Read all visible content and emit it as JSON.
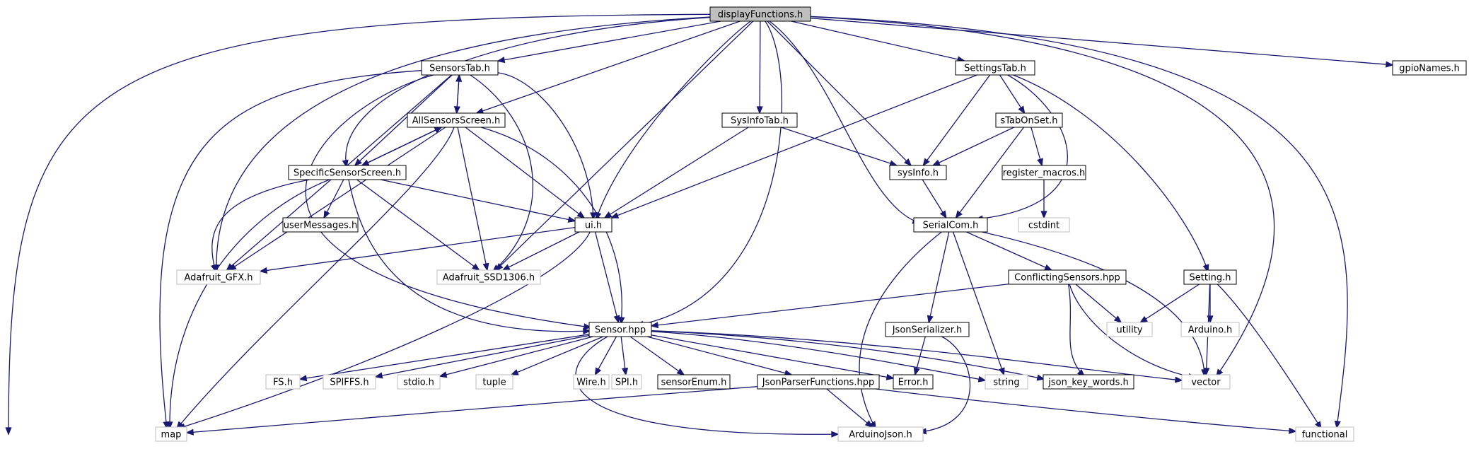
{
  "colors": {
    "edge": "#191970",
    "root_fill": "#bfbfbf",
    "node_border": "#000000",
    "external_border": "#bfbfbf",
    "text": "#000000",
    "background": "#ffffff"
  },
  "nodes": [
    {
      "id": "displayFunctions",
      "label": "displayFunctions.h",
      "kind": "root"
    },
    {
      "id": "SensorsTab",
      "label": "SensorsTab.h",
      "kind": "internal"
    },
    {
      "id": "SettingsTab",
      "label": "SettingsTab.h",
      "kind": "internal"
    },
    {
      "id": "gpioNames",
      "label": "gpioNames.h",
      "kind": "internal"
    },
    {
      "id": "AllSensorsScreen",
      "label": "AllSensorsScreen.h",
      "kind": "internal"
    },
    {
      "id": "SysInfoTab",
      "label": "SysInfoTab.h",
      "kind": "internal"
    },
    {
      "id": "sTabOnSet",
      "label": "sTabOnSet.h",
      "kind": "internal"
    },
    {
      "id": "SpecificSensorScreen",
      "label": "SpecificSensorScreen.h",
      "kind": "internal"
    },
    {
      "id": "sysInfo",
      "label": "sysInfo.h",
      "kind": "internal"
    },
    {
      "id": "register_macros",
      "label": "register_macros.h",
      "kind": "internal"
    },
    {
      "id": "userMessages",
      "label": "userMessages.h",
      "kind": "internal"
    },
    {
      "id": "ui",
      "label": "ui.h",
      "kind": "internal"
    },
    {
      "id": "SerialCom",
      "label": "SerialCom.h",
      "kind": "internal"
    },
    {
      "id": "cstdint",
      "label": "cstdint",
      "kind": "external"
    },
    {
      "id": "Adafruit_GFX",
      "label": "Adafruit_GFX.h",
      "kind": "external"
    },
    {
      "id": "Adafruit_SSD1306",
      "label": "Adafruit_SSD1306.h",
      "kind": "external"
    },
    {
      "id": "ConflictingSensors",
      "label": "ConflictingSensors.hpp",
      "kind": "internal"
    },
    {
      "id": "Setting",
      "label": "Setting.h",
      "kind": "internal"
    },
    {
      "id": "utility",
      "label": "utility",
      "kind": "external"
    },
    {
      "id": "Arduino",
      "label": "Arduino.h",
      "kind": "external"
    },
    {
      "id": "Sensor",
      "label": "Sensor.hpp",
      "kind": "internal"
    },
    {
      "id": "JsonSerializer",
      "label": "JsonSerializer.h",
      "kind": "internal"
    },
    {
      "id": "FS",
      "label": "FS.h",
      "kind": "external"
    },
    {
      "id": "SPIFFS",
      "label": "SPIFFS.h",
      "kind": "external"
    },
    {
      "id": "stdio",
      "label": "stdio.h",
      "kind": "external"
    },
    {
      "id": "tuple",
      "label": "tuple",
      "kind": "external"
    },
    {
      "id": "Wire",
      "label": "Wire.h",
      "kind": "external"
    },
    {
      "id": "SPI",
      "label": "SPI.h",
      "kind": "external"
    },
    {
      "id": "sensorEnum",
      "label": "sensorEnum.h",
      "kind": "internal"
    },
    {
      "id": "JsonParserFunctions",
      "label": "JsonParserFunctions.hpp",
      "kind": "internal"
    },
    {
      "id": "Error",
      "label": "Error.h",
      "kind": "internal"
    },
    {
      "id": "string",
      "label": "string",
      "kind": "external"
    },
    {
      "id": "json_key_words",
      "label": "json_key_words.h",
      "kind": "internal"
    },
    {
      "id": "vector",
      "label": "vector",
      "kind": "external"
    },
    {
      "id": "map",
      "label": "map",
      "kind": "external"
    },
    {
      "id": "ArduinoJson",
      "label": "ArduinoJson.h",
      "kind": "external"
    },
    {
      "id": "functional",
      "label": "functional",
      "kind": "external"
    }
  ],
  "edges": [
    [
      "displayFunctions",
      "map"
    ],
    [
      "displayFunctions",
      "Adafruit_GFX"
    ],
    [
      "displayFunctions",
      "SpecificSensorScreen"
    ],
    [
      "displayFunctions",
      "SensorsTab"
    ],
    [
      "displayFunctions",
      "AllSensorsScreen"
    ],
    [
      "displayFunctions",
      "Adafruit_SSD1306"
    ],
    [
      "displayFunctions",
      "ui"
    ],
    [
      "displayFunctions",
      "SysInfoTab"
    ],
    [
      "displayFunctions",
      "Sensor"
    ],
    [
      "displayFunctions",
      "SerialCom"
    ],
    [
      "displayFunctions",
      "sysInfo"
    ],
    [
      "displayFunctions",
      "SettingsTab"
    ],
    [
      "displayFunctions",
      "vector"
    ],
    [
      "displayFunctions",
      "functional"
    ],
    [
      "displayFunctions",
      "gpioNames"
    ],
    [
      "SensorsTab",
      "map"
    ],
    [
      "SensorsTab",
      "Sensor"
    ],
    [
      "SensorsTab",
      "Adafruit_GFX"
    ],
    [
      "SensorsTab",
      "SpecificSensorScreen"
    ],
    [
      "SensorsTab",
      "AllSensorsScreen"
    ],
    [
      "SensorsTab",
      "Adafruit_SSD1306"
    ],
    [
      "SensorsTab",
      "ui"
    ],
    [
      "AllSensorsScreen",
      "SensorsTab"
    ],
    [
      "AllSensorsScreen",
      "SpecificSensorScreen"
    ],
    [
      "AllSensorsScreen",
      "Adafruit_GFX"
    ],
    [
      "AllSensorsScreen",
      "map"
    ],
    [
      "AllSensorsScreen",
      "Adafruit_SSD1306"
    ],
    [
      "AllSensorsScreen",
      "ui"
    ],
    [
      "AllSensorsScreen",
      "Sensor"
    ],
    [
      "SpecificSensorScreen",
      "AllSensorsScreen"
    ],
    [
      "SpecificSensorScreen",
      "map"
    ],
    [
      "SpecificSensorScreen",
      "Adafruit_GFX"
    ],
    [
      "SpecificSensorScreen",
      "userMessages"
    ],
    [
      "SpecificSensorScreen",
      "Sensor"
    ],
    [
      "SpecificSensorScreen",
      "Adafruit_SSD1306"
    ],
    [
      "SpecificSensorScreen",
      "ui"
    ],
    [
      "SysInfoTab",
      "ui"
    ],
    [
      "SysInfoTab",
      "sysInfo"
    ],
    [
      "SettingsTab",
      "ui"
    ],
    [
      "SettingsTab",
      "sysInfo"
    ],
    [
      "SettingsTab",
      "sTabOnSet"
    ],
    [
      "SettingsTab",
      "SerialCom"
    ],
    [
      "SettingsTab",
      "Setting"
    ],
    [
      "sTabOnSet",
      "sysInfo"
    ],
    [
      "sTabOnSet",
      "SerialCom"
    ],
    [
      "sTabOnSet",
      "register_macros"
    ],
    [
      "register_macros",
      "cstdint"
    ],
    [
      "sysInfo",
      "SerialCom"
    ],
    [
      "ui",
      "Adafruit_GFX"
    ],
    [
      "ui",
      "Adafruit_SSD1306"
    ],
    [
      "ui",
      "map"
    ],
    [
      "ui",
      "Sensor"
    ],
    [
      "SerialCom",
      "ConflictingSensors"
    ],
    [
      "SerialCom",
      "JsonSerializer"
    ],
    [
      "SerialCom",
      "string"
    ],
    [
      "SerialCom",
      "ArduinoJson"
    ],
    [
      "SerialCom",
      "vector"
    ],
    [
      "ConflictingSensors",
      "Sensor"
    ],
    [
      "ConflictingSensors",
      "utility"
    ],
    [
      "ConflictingSensors",
      "json_key_words"
    ],
    [
      "ConflictingSensors",
      "vector"
    ],
    [
      "Setting",
      "utility"
    ],
    [
      "Setting",
      "Arduino"
    ],
    [
      "Setting",
      "vector"
    ],
    [
      "Setting",
      "functional"
    ],
    [
      "JsonSerializer",
      "Error"
    ],
    [
      "JsonSerializer",
      "ArduinoJson"
    ],
    [
      "Sensor",
      "FS"
    ],
    [
      "Sensor",
      "SPIFFS"
    ],
    [
      "Sensor",
      "stdio"
    ],
    [
      "Sensor",
      "tuple"
    ],
    [
      "Sensor",
      "Wire"
    ],
    [
      "Sensor",
      "SPI"
    ],
    [
      "Sensor",
      "sensorEnum"
    ],
    [
      "Sensor",
      "JsonParserFunctions"
    ],
    [
      "Sensor",
      "Error"
    ],
    [
      "Sensor",
      "string"
    ],
    [
      "Sensor",
      "json_key_words"
    ],
    [
      "Sensor",
      "vector"
    ],
    [
      "Sensor",
      "ArduinoJson"
    ],
    [
      "JsonParserFunctions",
      "map"
    ],
    [
      "JsonParserFunctions",
      "ArduinoJson"
    ],
    [
      "JsonParserFunctions",
      "functional"
    ]
  ]
}
